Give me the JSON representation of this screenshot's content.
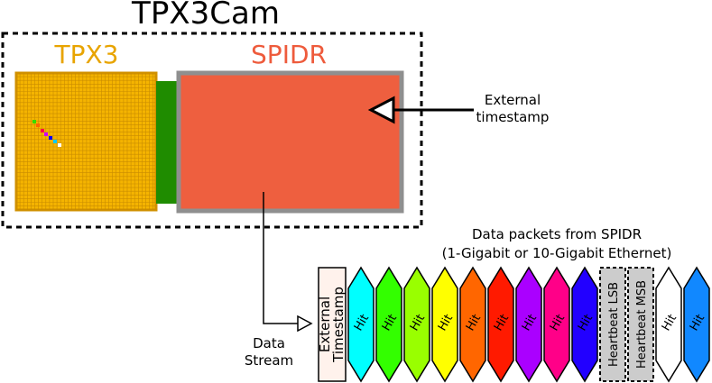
{
  "title": "TPX3Cam",
  "tpx3": {
    "label": "TPX3",
    "color": "#E8A400",
    "fill": "#F5B400",
    "border": "#D09000"
  },
  "spidr": {
    "label": "SPIDR",
    "color": "#EE5B3C",
    "fill": "#EE5F3F",
    "border": "#8F8F8F"
  },
  "connector_color": "#1F8C00",
  "external_timestamp": {
    "line1": "External",
    "line2": "timestamp"
  },
  "data_stream": {
    "line1": "Data",
    "line2": "Stream"
  },
  "packets_caption": {
    "line1": "Data packets from SPIDR",
    "line2": "(1-Gigabit or 10-Gigabit Ethernet)"
  },
  "packet_first": {
    "line1": "External",
    "line2": "Timestamp"
  },
  "packets": [
    {
      "label": "Hit",
      "color": "#00FFFF",
      "kind": "hit"
    },
    {
      "label": "Hit",
      "color": "#33FF00",
      "kind": "hit"
    },
    {
      "label": "Hit",
      "color": "#99FF00",
      "kind": "hit"
    },
    {
      "label": "Hit",
      "color": "#FFFF00",
      "kind": "hit"
    },
    {
      "label": "Hit",
      "color": "#FF6600",
      "kind": "hit"
    },
    {
      "label": "Hit",
      "color": "#FF1A00",
      "kind": "hit"
    },
    {
      "label": "Hit",
      "color": "#AA00FF",
      "kind": "hit"
    },
    {
      "label": "Hit",
      "color": "#FF0088",
      "kind": "hit"
    },
    {
      "label": "Hit",
      "color": "#2200FF",
      "kind": "hit"
    },
    {
      "label": "Heartbeat LSB",
      "color": "#CCCCCC",
      "kind": "heartbeat"
    },
    {
      "label": "Heartbeat MSB",
      "color": "#CCCCCC",
      "kind": "heartbeat"
    },
    {
      "label": "Hit",
      "color": "#FFFFFF",
      "kind": "hit"
    },
    {
      "label": "Hit",
      "color": "#1188FF",
      "kind": "hit"
    }
  ],
  "tpx3_pixels": [
    "#33DD00",
    "#FF6600",
    "#FF0044",
    "#CC00FF",
    "#0000FF",
    "#00CCFF",
    "#FFFFFF"
  ]
}
